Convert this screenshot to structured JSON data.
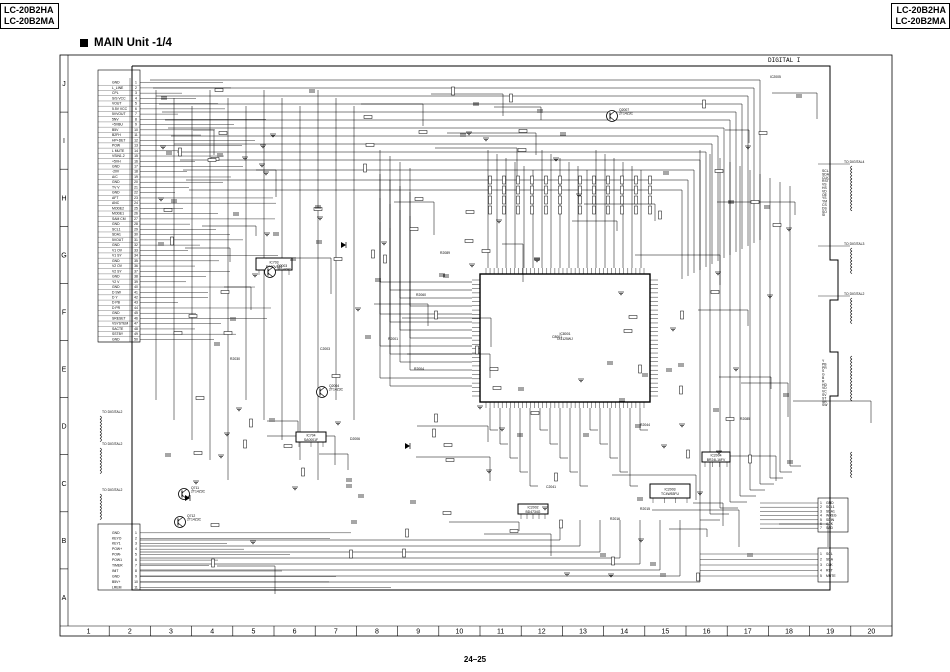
{
  "header": {
    "model_left": [
      "LC-20B2HA",
      "LC-20B2MA"
    ],
    "model_right": [
      "LC-20B2HA",
      "LC-20B2MA"
    ],
    "title": "MAIN Unit -1/4"
  },
  "footer": {
    "page_number": "24–25"
  },
  "diagram": {
    "corner_label": "DIGITAL I",
    "grid_columns": [
      "1",
      "2",
      "3",
      "4",
      "5",
      "6",
      "7",
      "8",
      "9",
      "10",
      "11",
      "12",
      "13",
      "14",
      "15",
      "16",
      "17",
      "18",
      "19",
      "20"
    ],
    "grid_rows": [
      "J",
      "I",
      "H",
      "G",
      "F",
      "E",
      "D",
      "C",
      "B",
      "A"
    ],
    "connectors_left": [
      "TO DIGITAL2",
      "TO DIGITAL2",
      "TO DIGITAL2"
    ],
    "connectors_right": [
      "TO DIGITAL4",
      "TO DIGITAL3",
      "TO DIGITAL2"
    ],
    "left_pin_labels": [
      "GND",
      "L_LINE",
      "CPL",
      "S/S VCC",
      "VOUT",
      "5.5V VCC",
      "5VVOUT",
      "5NV",
      "+5VBU",
      "B5V",
      "B2FH",
      "HP+DET",
      "POW",
      "L MUTE",
      "VSIN1.2",
      "+5VH",
      "GND",
      "-20V",
      "A/C",
      "GND",
      "TV V",
      "GND",
      "AFT",
      "ANC",
      "MODE2",
      "MODE1",
      "SAM CM",
      "GND",
      "SCL1",
      "SDA1",
      "5VOUT",
      "GND",
      "V1 OV",
      "V1 SY",
      "GND",
      "V2 OV",
      "V2 SY",
      "GND",
      "Y2 V",
      "GND",
      "D SW",
      "D Y",
      "D PB",
      "D PR",
      "GND",
      "SRESET",
      "VSYSTEM",
      "SACTE",
      "SSTBY",
      "GND"
    ],
    "bottom_left_pin_labels": [
      "GND",
      "KEYO",
      "KEY1",
      "POW+",
      "POW-",
      "POW1",
      "TIMER",
      "INIT",
      "GND",
      "B5V+",
      "LREM"
    ],
    "right_pin_labels": [
      "GND",
      "SCL1",
      "SDA1",
      "WREG",
      "SDIN",
      "ACK",
      "SAD"
    ],
    "far_right_pin_labels": [
      "SCL",
      "SDA",
      "CLK",
      "RST",
      "MUTE"
    ],
    "ic_labels": [
      "IC703\nPQ20VZ11",
      "IC704\nSA0001F",
      "IC2002\nBD4734G",
      "IC2003\nTC4W53FU",
      "IC2004\nBR24L16FV",
      "IC8001\nIX4125WJ"
    ],
    "transistor_labels": [
      "Q2007\n2T14Z3C",
      "Q2004\n2T14Z3C",
      "Q711\n2T14Z3C",
      "Q712\n2T14Z3C",
      "Q2003\n2T14Z3C"
    ],
    "part_labels": [
      "IC2005",
      "R2089",
      "D2006",
      "C2041",
      "R2044",
      "C2003",
      "R2001",
      "R2004",
      "R2060",
      "R2085",
      "R2015",
      "R2016",
      "C8001",
      "R2030"
    ]
  }
}
